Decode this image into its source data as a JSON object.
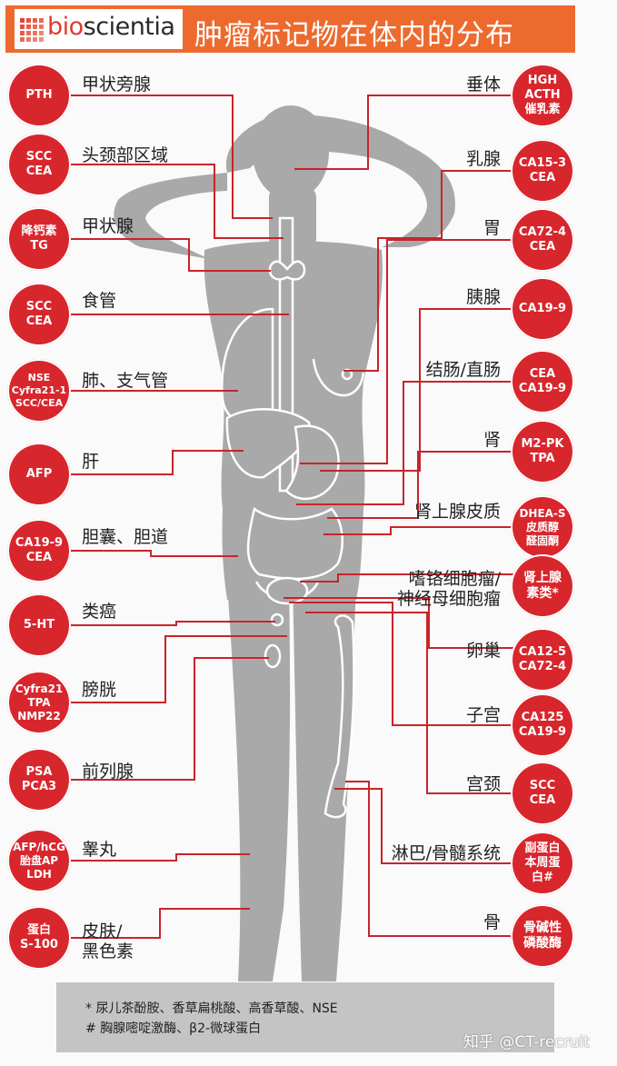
{
  "header": {
    "logo_prefix": "bio",
    "logo_suffix": "scientia",
    "title": "肿瘤标记物在体内的分布"
  },
  "left": [
    {
      "organ": [
        "甲状旁腺"
      ],
      "markers": [
        "PTH"
      ]
    },
    {
      "organ": [
        "头颈部区域"
      ],
      "markers": [
        "SCC",
        "CEA"
      ]
    },
    {
      "organ": [
        "甲状腺"
      ],
      "markers": [
        "降钙素",
        "TG"
      ]
    },
    {
      "organ": [
        "食管"
      ],
      "markers": [
        "SCC",
        "CEA"
      ]
    },
    {
      "organ": [
        "肺、支气管"
      ],
      "markers": [
        "NSE",
        "Cyfra21-1",
        "SCC/CEA"
      ]
    },
    {
      "organ": [
        "肝"
      ],
      "markers": [
        "AFP"
      ]
    },
    {
      "organ": [
        "胆囊、胆道"
      ],
      "markers": [
        "CA19-9",
        "CEA"
      ]
    },
    {
      "organ": [
        "类癌"
      ],
      "markers": [
        "5-HT"
      ]
    },
    {
      "organ": [
        "膀胱"
      ],
      "markers": [
        "Cyfra21",
        "TPA",
        "NMP22"
      ]
    },
    {
      "organ": [
        "前列腺"
      ],
      "markers": [
        "PSA",
        "PCA3"
      ]
    },
    {
      "organ": [
        "睾丸"
      ],
      "markers": [
        "AFP/hCG",
        "胎盘AP",
        "LDH"
      ]
    },
    {
      "organ": [
        "皮肤/",
        "黑色素"
      ],
      "markers": [
        "蛋白",
        "S-100"
      ]
    }
  ],
  "right": [
    {
      "organ": [
        "垂体"
      ],
      "markers": [
        "HGH",
        "ACTH",
        "催乳素"
      ]
    },
    {
      "organ": [
        "乳腺"
      ],
      "markers": [
        "CA15-3",
        "CEA"
      ]
    },
    {
      "organ": [
        "胃"
      ],
      "markers": [
        "CA72-4",
        "CEA"
      ]
    },
    {
      "organ": [
        "胰腺"
      ],
      "markers": [
        "CA19-9"
      ]
    },
    {
      "organ": [
        "结肠/直肠"
      ],
      "markers": [
        "CEA",
        "CA19-9"
      ]
    },
    {
      "organ": [
        "肾"
      ],
      "markers": [
        "M2-PK",
        "TPA"
      ]
    },
    {
      "organ": [
        "肾上腺皮质"
      ],
      "markers": [
        "DHEA-S",
        "皮质醇",
        "醛固酮"
      ]
    },
    {
      "organ": [
        "嗜铬细胞瘤/",
        "神经母细胞瘤"
      ],
      "markers": [
        "肾上腺",
        "素类*"
      ]
    },
    {
      "organ": [
        "卵巢"
      ],
      "markers": [
        "CA12-5",
        "CA72-4"
      ]
    },
    {
      "organ": [
        "子宫"
      ],
      "markers": [
        "CA125",
        "CA19-9"
      ]
    },
    {
      "organ": [
        "宫颈"
      ],
      "markers": [
        "SCC",
        "CEA"
      ]
    },
    {
      "organ": [
        "淋巴/骨髓系统"
      ],
      "markers": [
        "副蛋白",
        "本周蛋",
        "白#"
      ]
    },
    {
      "organ": [
        "骨"
      ],
      "markers": [
        "骨碱性",
        "磷酸酶"
      ]
    }
  ],
  "footnotes": [
    "* 尿儿茶酚胺、香草扁桃酸、高香草酸、NSE",
    "# 胸腺嘧啶激酶、β2-微球蛋白"
  ],
  "watermark": "知乎 @CT-recruit",
  "colors": {
    "header_bg": "#ed6a2f",
    "marker_circle": "#d8262d",
    "leader_line": "#c8242b",
    "body_silhouette": "#a9a9a9",
    "organ_outline": "#ffffff",
    "footnote_bg": "#c4c4c4"
  }
}
